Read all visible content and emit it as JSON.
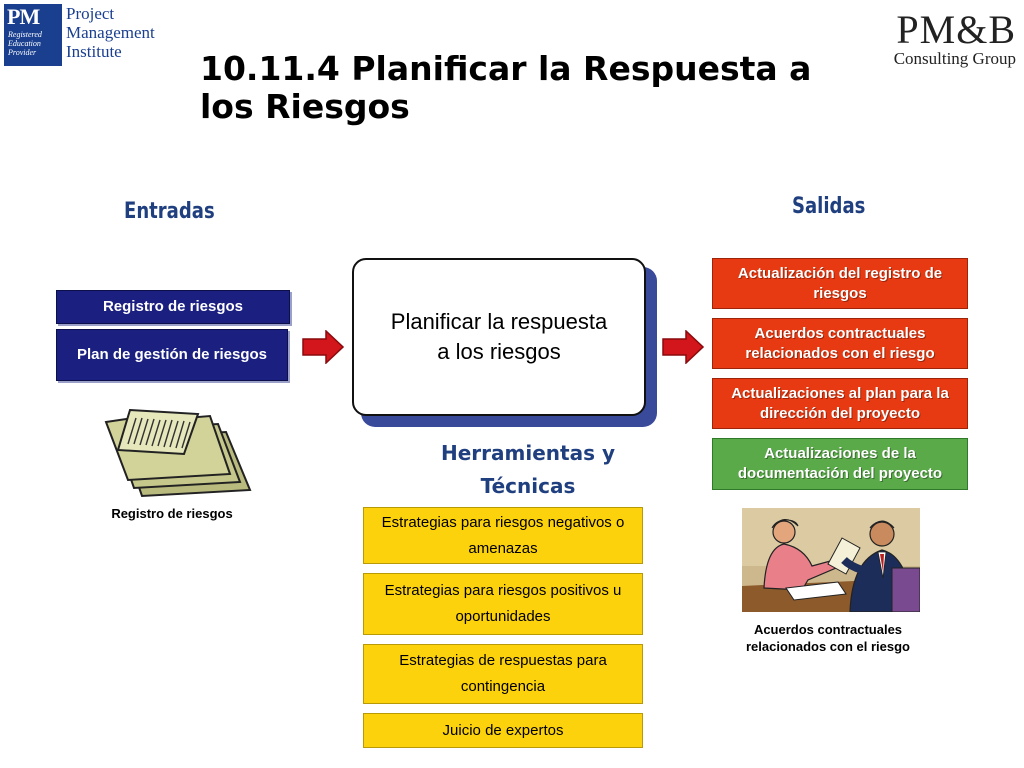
{
  "logos": {
    "pmi_mark": "PM",
    "pmi_registered": "Registered\nEducation\nProvider",
    "pmi_name": "Project\nManagement\nInstitute",
    "pmb_main": "PM&B",
    "pmb_sub": "Consulting Group"
  },
  "title": "10.11.4  Planificar la Respuesta a los Riesgos",
  "entradas": {
    "heading": "Entradas",
    "items": [
      "Registro de riesgos",
      "Plan de gestión de riesgos"
    ],
    "image_caption": "Registro de riesgos"
  },
  "process": {
    "label": "Planificar la respuesta a los riesgos"
  },
  "herramientas": {
    "heading": "Herramientas y Técnicas",
    "items": [
      "Estrategias para riesgos negativos o amenazas",
      "Estrategias para riesgos positivos u oportunidades",
      "Estrategias de respuestas para contingencia",
      "Juicio de expertos"
    ]
  },
  "salidas": {
    "heading": "Salidas",
    "items": [
      "Actualización del  registro de riesgos",
      "Acuerdos contractuales relacionados con el riesgo",
      "Actualizaciones al plan para la dirección del proyecto",
      "Actualizaciones de la documentación del proyecto"
    ],
    "image_caption": "Acuerdos contractuales relacionados con el riesgo"
  },
  "colors": {
    "input_box": "#1a1f80",
    "output_red": "#e83a12",
    "output_green": "#5aaa4a",
    "tool_box": "#fcd20c",
    "arrow": "#d3161b"
  }
}
